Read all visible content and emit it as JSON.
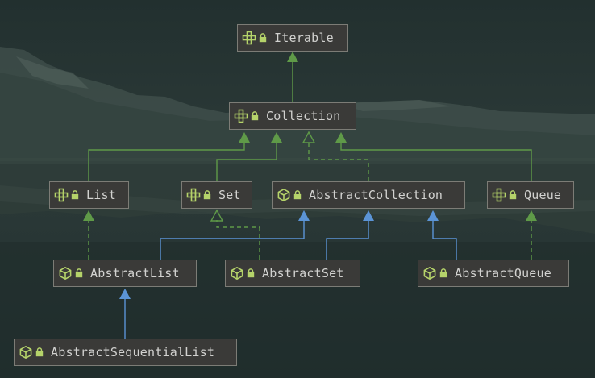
{
  "diagram": {
    "nodes": [
      {
        "id": "iterable",
        "label": "Iterable",
        "kind": "interface"
      },
      {
        "id": "collection",
        "label": "Collection",
        "kind": "interface"
      },
      {
        "id": "list",
        "label": "List",
        "kind": "interface"
      },
      {
        "id": "set",
        "label": "Set",
        "kind": "interface"
      },
      {
        "id": "abstractcollection",
        "label": "AbstractCollection",
        "kind": "abstract-class"
      },
      {
        "id": "queue",
        "label": "Queue",
        "kind": "interface"
      },
      {
        "id": "abstractlist",
        "label": "AbstractList",
        "kind": "abstract-class"
      },
      {
        "id": "abstractset",
        "label": "AbstractSet",
        "kind": "abstract-class"
      },
      {
        "id": "abstractqueue",
        "label": "AbstractQueue",
        "kind": "abstract-class"
      },
      {
        "id": "abstractsequentiallist",
        "label": "AbstractSequentialList",
        "kind": "abstract-class"
      }
    ],
    "edges": [
      {
        "from": "collection",
        "to": "iterable",
        "type": "extends-interface"
      },
      {
        "from": "list",
        "to": "collection",
        "type": "extends-interface"
      },
      {
        "from": "set",
        "to": "collection",
        "type": "extends-interface"
      },
      {
        "from": "queue",
        "to": "collection",
        "type": "extends-interface"
      },
      {
        "from": "abstractcollection",
        "to": "collection",
        "type": "implements"
      },
      {
        "from": "abstractlist",
        "to": "list",
        "type": "implements"
      },
      {
        "from": "abstractset",
        "to": "set",
        "type": "implements"
      },
      {
        "from": "abstractqueue",
        "to": "queue",
        "type": "implements"
      },
      {
        "from": "abstractlist",
        "to": "abstractcollection",
        "type": "extends-class"
      },
      {
        "from": "abstractset",
        "to": "abstractcollection",
        "type": "extends-class"
      },
      {
        "from": "abstractqueue",
        "to": "abstractcollection",
        "type": "extends-class"
      },
      {
        "from": "abstractsequentiallist",
        "to": "abstractlist",
        "type": "extends-class"
      }
    ]
  },
  "colors": {
    "interface_edge": "#5f9a48",
    "class_edge": "#5b94d6",
    "node_background": "#3a3a38",
    "node_border": "#7c7c76",
    "node_text": "#d2d2d0",
    "icon_green": "#b5d36a"
  },
  "icons": {
    "interface": "interface-icon",
    "abstract-class": "abstract-class-icon",
    "visibility": "lock-icon"
  }
}
